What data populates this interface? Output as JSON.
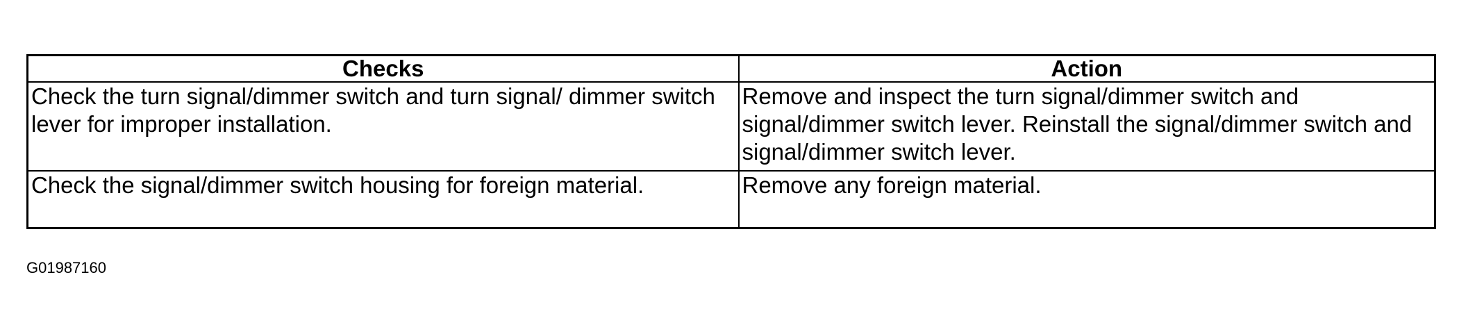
{
  "table": {
    "headers": [
      "Checks",
      "Action"
    ],
    "rows": [
      {
        "check": "Check the turn signal/dimmer switch and turn signal/ dimmer switch lever for improper installation.",
        "action": "Remove and inspect the turn signal/dimmer switch and signal/dimmer switch lever. Reinstall the signal/dimmer switch and signal/dimmer switch lever."
      },
      {
        "check": "Check the signal/dimmer switch housing for foreign material.",
        "action": "Remove any foreign material."
      }
    ]
  },
  "figure_id": "G01987160"
}
